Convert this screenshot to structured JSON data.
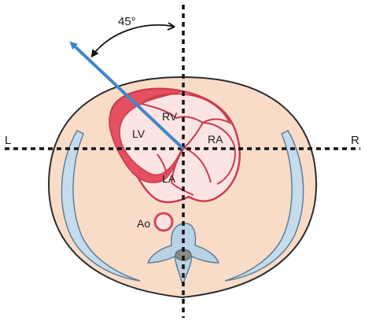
{
  "labels": {
    "angle": "45°",
    "left": "L",
    "right": "R",
    "right_ventricle": "RV",
    "left_ventricle": "LV",
    "right_atrium": "RA",
    "left_atrium": "LA",
    "aorta": "Ao"
  },
  "colors": {
    "skin": "#f9dcc8",
    "outline": "#2b2b2b",
    "heart_wall": "#e05567",
    "heart_wall_outer": "#c93d50",
    "chamber": "#fbe4e2",
    "myocardium_lv": "#e4505f",
    "ribs": "#c4dcec",
    "ribs_outline": "#5d7f9a",
    "spine": "#b8d2e6",
    "spinal_cord": "#8a8a8a",
    "arrow": "#3f87c8",
    "dashed_line": "#111111"
  }
}
